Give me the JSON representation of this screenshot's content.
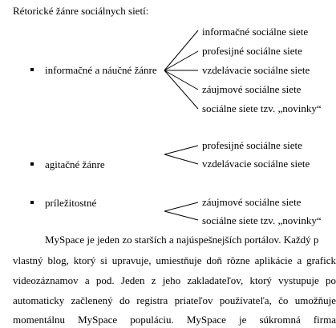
{
  "heading": "Rétorické žánre sociálnych sietí:",
  "groups": [
    {
      "label": "informačné a náučné žánre",
      "items": [
        "informačné sociálne siete",
        "profesijné sociálne siete",
        "vzdelávacie sociálne siete",
        "záujmové sociálne siete",
        "sociálne siete tzv. „novinky“"
      ]
    },
    {
      "label": "agitačné žánre",
      "items": [
        "profesijné sociálne siete",
        "vzdelávacie sociálne siete"
      ]
    },
    {
      "label": "príležitostné",
      "items": [
        "záujmové sociálne siete",
        "sociálne siete tzv. „novinky“"
      ]
    }
  ],
  "paragraph": {
    "lines": [
      "MySpace je jeden zo starších a najúspešnejších portálov. Každý p",
      "vlastný blog, ktorý si upravuje, umiestňuje doň rôzne aplikácie a grafick",
      "videozáznamov a pod. Jeden z jeho zakladateľov, ktorý vystupuje po",
      "automaticky začlenený do registra priateľov používateľa, čo umožňuje",
      "momentálnu MySpace populáciu. MySpace je súkromná firma"
    ]
  }
}
